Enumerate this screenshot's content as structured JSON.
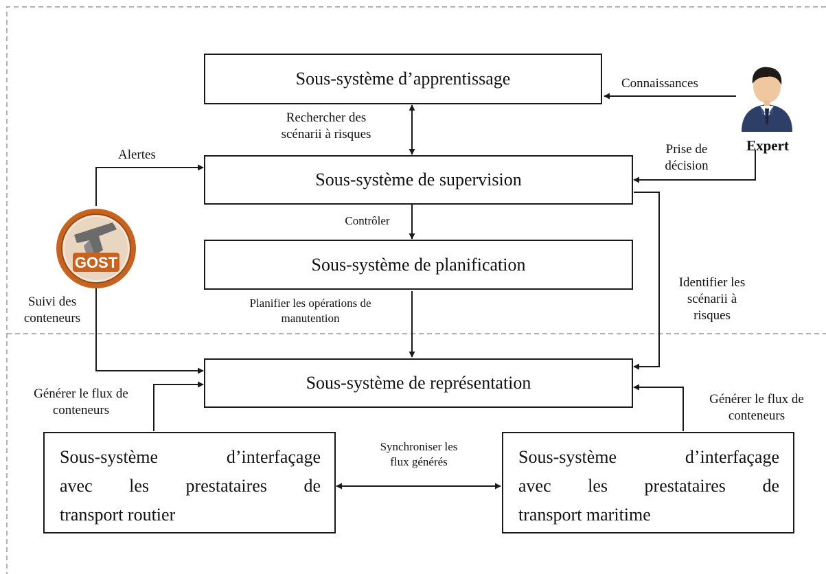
{
  "boxes": {
    "apprentissage": "Sous-système d’apprentissage",
    "supervision": "Sous-système de supervision",
    "planification": "Sous-système de planification",
    "representation": "Sous-système de représentation",
    "interface_routier": [
      "Sous-système d’interfaçage",
      "avec les prestataires de",
      "transport routier"
    ],
    "interface_maritime": [
      "Sous-système d’interfaçage",
      "avec les prestataires de",
      "transport maritime"
    ]
  },
  "labels": {
    "connaissances": "Connaissances",
    "rechercher_1": "Rechercher des",
    "rechercher_2": "scénarii à risques",
    "alertes": "Alertes",
    "prise_1": "Prise de",
    "prise_2": "décision",
    "controler": "Contrôler",
    "identifier_1": "Identifier les",
    "identifier_2": "scénarii à",
    "identifier_3": "risques",
    "planifier_1": "Planifier les opérations de",
    "planifier_2": "manutention",
    "suivi_1": "Suivi des",
    "suivi_2": "conteneurs",
    "generer_left_1": "Générer le flux de",
    "generer_left_2": "conteneurs",
    "generer_right_1": "Générer le flux de",
    "generer_right_2": "conteneurs",
    "sync_1": "Synchroniser les",
    "sync_2": "flux générés"
  },
  "actors": {
    "expert": "Expert",
    "gost_logo_text": "GOST"
  },
  "colors": {
    "line": "#1a1a1a",
    "dashed_frame": "#9a9a9a",
    "gost_orange": "#c8631f",
    "expert_suit": "#2d3f66"
  },
  "icons": {
    "expert": "businessman-avatar-icon",
    "gost": "gost-logo"
  }
}
